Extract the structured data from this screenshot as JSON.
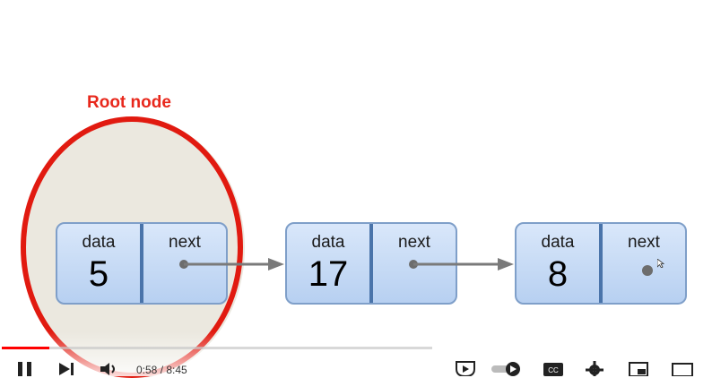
{
  "slide": {
    "root_label": "Root node",
    "nodes": [
      {
        "data_label": "data",
        "next_label": "next",
        "value": "5"
      },
      {
        "data_label": "data",
        "next_label": "next",
        "value": "17"
      },
      {
        "data_label": "data",
        "next_label": "next",
        "value": "8"
      }
    ],
    "colors": {
      "highlight_ring": "#e11a10",
      "root_label": "#e8281c",
      "node_fill": "#c8dcf5",
      "node_border": "#7f9fc9",
      "arrow": "#7a7a7a"
    }
  },
  "player": {
    "current_time": "0:58",
    "duration": "8:45",
    "time_display": "0:58 / 8:45",
    "progress_fraction": 0.11,
    "buttons": {
      "play_pause_icon": "pause-icon",
      "next_icon": "skip-next-icon",
      "volume_icon": "volume-icon",
      "autoplay_icon": "autoplay-toggle-icon",
      "captions_icon": "captions-icon",
      "settings_icon": "gear-icon",
      "miniplayer_icon": "miniplayer-icon",
      "theater_icon": "theater-mode-icon"
    },
    "accent_color": "#ff0000"
  }
}
